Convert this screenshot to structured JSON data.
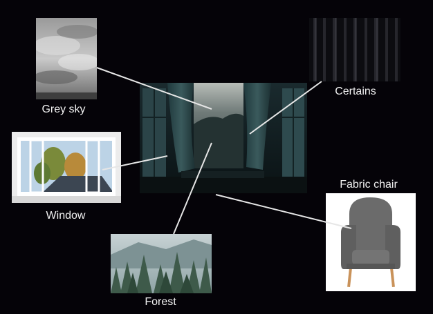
{
  "labels": {
    "grey_sky": "Grey sky",
    "curtains": "Certains",
    "window": "Window",
    "fabric_chair": "Fabric chair",
    "forest": "Forest"
  },
  "colors": {
    "background": "#050308",
    "connector": "#e6e6e6",
    "label": "#f2f2f2"
  }
}
